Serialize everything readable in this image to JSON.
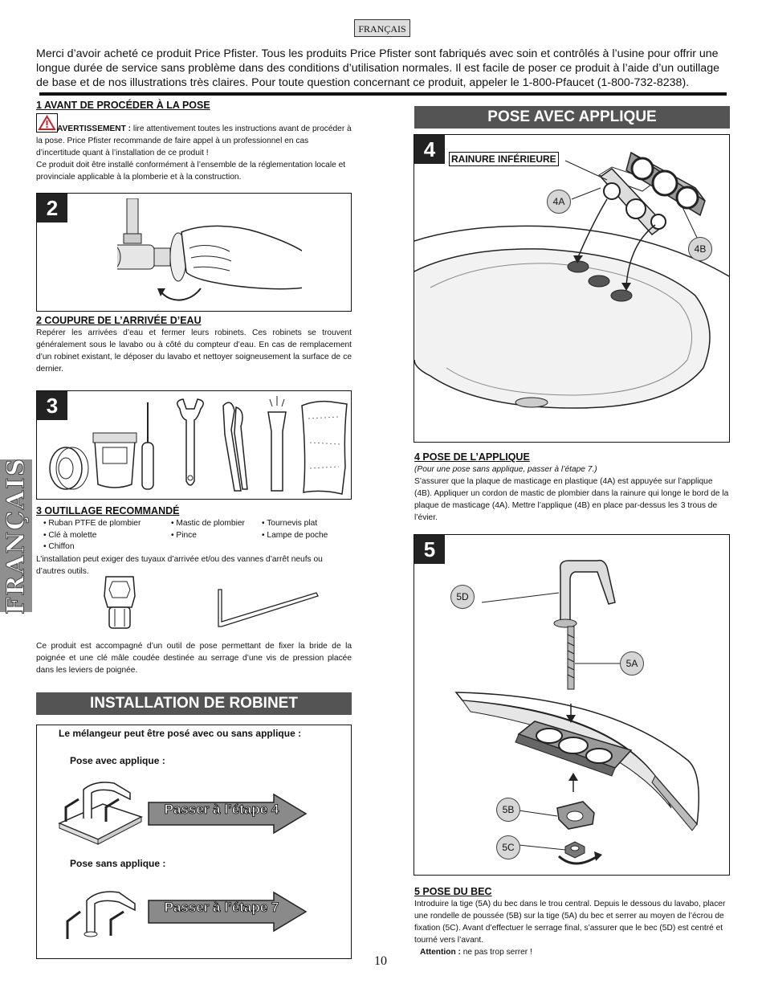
{
  "header": {
    "language_badge": "FRANÇAIS"
  },
  "intro": "Merci d’avoir acheté ce produit Price Pfister. Tous les produits Price Pfister sont fabriqués avec soin et contrôlés à l’usine pour offrir une longue durée de service sans problème dans des conditions d’utilisation normales. Il est facile de poser ce produit à l’aide d’un outillage de base et de nos illustrations très claires. Pour toute question concernant ce produit, appeler le 1-800-Pfaucet (1-800-732-8238).",
  "side_tab": "FRANÇAIS",
  "section1": {
    "title": "1  AVANT DE PROCÉDER À LA POSE",
    "warning_label": "AVERTISSEMENT :",
    "warning_text": " lire attentivement toutes les instructions avant de procéder à la pose. Price Pfister recommande de faire appel à un professionnel en cas d’incertitude quant à l’installation de ce produit !",
    "warning_text2": "Ce produit doit être installé conformément à l’ensemble de la réglementation locale et provinciale applicable à la plomberie et à la construction."
  },
  "fig2": {
    "number": "2"
  },
  "section2": {
    "title": "2  COUPURE DE L’ARRIVÉE D’EAU",
    "text": "Repérer les arrivées d’eau et fermer leurs robinets. Ces robinets se trouvent généralement sous le lavabo ou à côté du compteur d’eau. En cas de remplacement d’un robinet existant, le déposer du lavabo et nettoyer soigneusement la surface de ce dernier."
  },
  "fig3": {
    "number": "3"
  },
  "section3": {
    "title": "3  OUTILLAGE RECOMMANDÉ",
    "col1": [
      "• Ruban PTFE de plombier",
      "• Clé à molette",
      "• Chiffon"
    ],
    "col2": [
      "• Mastic de plombier",
      "• Pince"
    ],
    "col3": [
      "• Tournevis plat",
      "• Lampe de poche"
    ],
    "note": "L’installation peut exiger des tuyaux d’arrivée et/ou des vannes d’arrêt neufs ou d’autres outils.",
    "tool_note": "Ce produit est accompagné d’un outil de pose permettant de fixer la bride de la poignée et une clé mâle coudée destinée au serrage d’une vis de pression placée dans les leviers de poignée."
  },
  "install_banner": "INSTALLATION DE ROBINET",
  "install_box": {
    "lead": "Le mélangeur peut être posé avec ou sans applique :",
    "with_label": "Pose avec applique :",
    "with_arrow": "Passer à l’étape 4",
    "without_label": "Pose sans applique :",
    "without_arrow": "Passer à l’étape 7"
  },
  "applique_banner": "POSE AVEC APPLIQUE",
  "fig4": {
    "number": "4",
    "groove_label": "RAINURE INFÉRIEURE",
    "callout_a": "4A",
    "callout_b": "4B"
  },
  "section4": {
    "title": "4  POSE DE L’APPLIQUE",
    "note": "(Pour une pose sans applique, passer à l’étape 7.)",
    "text": "S’assurer que la plaque de masticage en plastique (4A) est appuyée sur l’applique (4B). Appliquer un cordon de mastic de plombier dans la rainure qui longe le bord de la plaque de masticage (4A). Mettre l’applique (4B) en place par-dessus les 3 trous de l’évier."
  },
  "fig5": {
    "number": "5",
    "callout_d": "5D",
    "callout_a": "5A",
    "callout_b": "5B",
    "callout_c": "5C"
  },
  "section5": {
    "title": "5  POSE DU BEC",
    "text": "Introduire la tige (5A) du bec dans le trou central. Depuis le dessous du lavabo, placer une rondelle de poussée (5B) sur la tige (5A) du bec et serrer au moyen de l’écrou de fixation (5C). Avant d’effectuer le serrage final, s’assurer que le bec (5D) est centré et tourné vers l’avant.",
    "attention_label": "Attention :",
    "attention_text": " ne pas trop serrer !"
  },
  "page_number": "10"
}
